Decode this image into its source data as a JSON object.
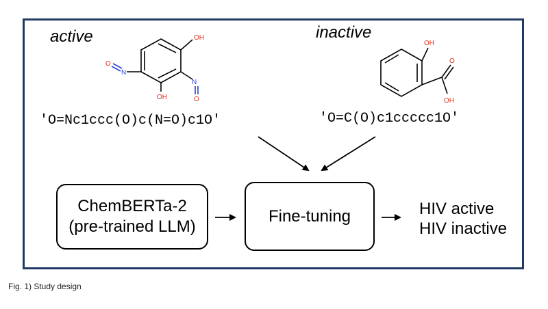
{
  "molecules": {
    "active": {
      "label": "active",
      "smiles": "'O=Nc1ccc(O)c(N=O)c1O'",
      "atoms": {
        "oh_top": "OH",
        "oh_bottom": "OH",
        "n_left": "N",
        "o_left": "O",
        "n_right": "N",
        "o_right": "O"
      }
    },
    "inactive": {
      "label": "inactive",
      "smiles": "'O=C(O)c1ccccc1O'",
      "atoms": {
        "oh_top": "OH",
        "o_carbonyl": "O",
        "oh_acid": "OH"
      }
    }
  },
  "flow": {
    "model_box": {
      "line1": "ChemBERTa-2",
      "line2": "(pre-trained LLM)"
    },
    "finetune_box": {
      "label": "Fine-tuning"
    },
    "outcomes": [
      "HIV active",
      "HIV inactive"
    ]
  },
  "caption": "Fig. 1) Study design",
  "colors": {
    "frame": "#1f3864",
    "oxygen": "#e0301e",
    "nitrogen": "#2b3fd6",
    "bond": "#000000"
  }
}
